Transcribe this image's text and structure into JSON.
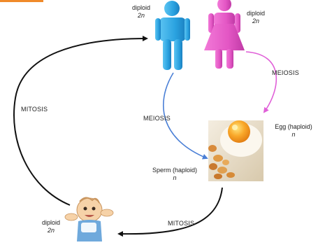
{
  "diagram": {
    "labels": {
      "male": {
        "ploidy": "diploid",
        "count": "2n"
      },
      "female": {
        "ploidy": "diploid",
        "count": "2n"
      },
      "sperm": {
        "name": "Sperm (haploid)",
        "count": "n"
      },
      "egg": {
        "name": "Egg (haploid)",
        "count": "n"
      },
      "baby": {
        "ploidy": "diploid",
        "count": "2n"
      }
    },
    "processes": {
      "male_meiosis": "MEIOSIS",
      "female_meiosis": "MEIOSIS",
      "zygote_mitosis": "MITOSIS",
      "growth_mitosis": "MITOSIS"
    },
    "colors": {
      "male": "#2aa2e0",
      "female": "#e356c4",
      "male_arrow": "#4a7fd6",
      "female_arrow": "#e060d8",
      "cycle_arrow": "#111111",
      "title_fragment": "#f08a2a"
    }
  }
}
